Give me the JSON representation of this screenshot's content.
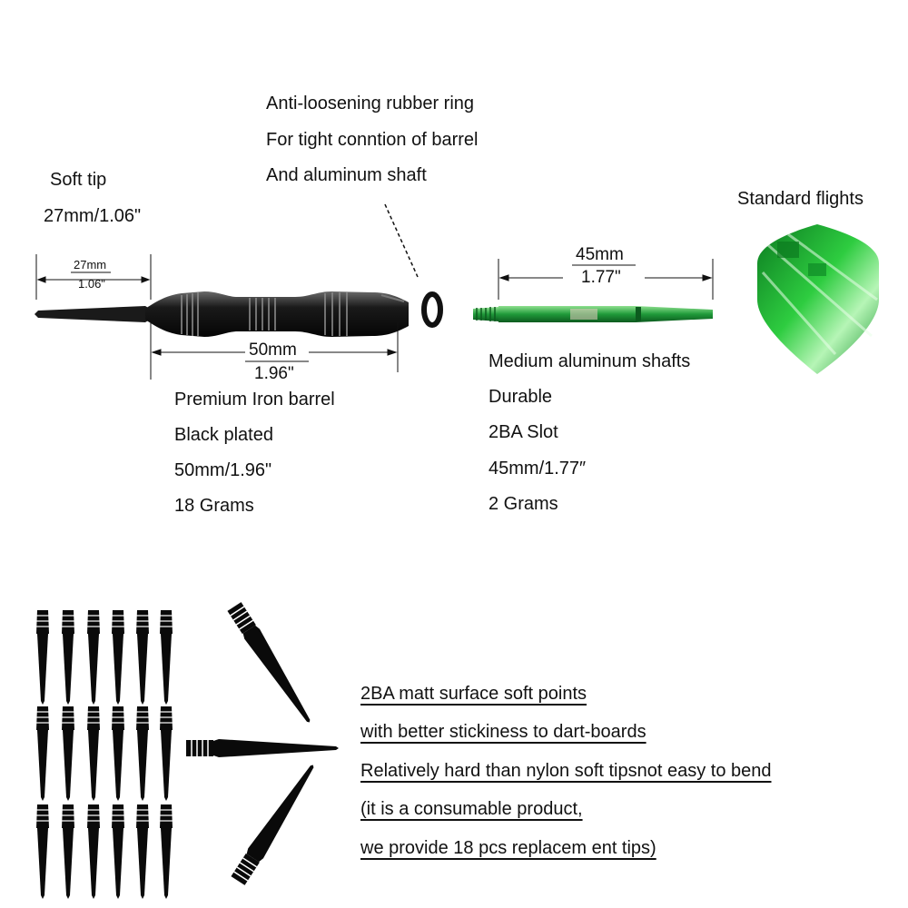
{
  "soft_tip": {
    "title": "Soft tip",
    "size": "27mm/1.06\"",
    "dim_mm": "27mm",
    "dim_in": "1.06\""
  },
  "ring": {
    "lines": [
      "Anti-loosening rubber ring",
      "For tight conntion of barrel",
      "And aluminum shaft"
    ]
  },
  "flights": {
    "title": "Standard flights"
  },
  "barrel": {
    "dim_mm": "50mm",
    "dim_in": "1.96\"",
    "lines": [
      "Premium Iron barrel",
      "Black plated",
      "50mm/1.96\"",
      "18 Grams"
    ]
  },
  "shaft": {
    "dim_mm": "45mm",
    "dim_in": "1.77\"",
    "lines": [
      "Medium aluminum shafts",
      "Durable",
      "2BA Slot",
      "45mm/1.77″",
      "2 Grams"
    ]
  },
  "tips_info": {
    "lines": [
      "2BA matt surface soft  points ",
      "with better stickiness to dart-boards",
      "Relatively hard than nylon soft tipsnot easy to bend ",
      "(it is a consumable product,",
      "we provide 18 pcs replacem ent tips)"
    ]
  },
  "colors": {
    "text": "#111111",
    "dart": "#1a1a1a",
    "shaft_green": "#1f9a3a",
    "flight_green": "#2ecc40"
  }
}
